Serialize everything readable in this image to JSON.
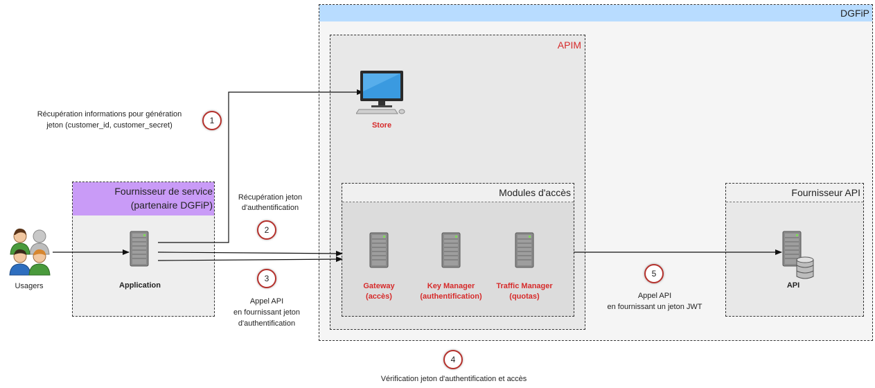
{
  "dgfip": {
    "title": "DGFiP"
  },
  "apim": {
    "title": "APIM"
  },
  "modules": {
    "title": "Modules d'accès"
  },
  "fournisseur_api": {
    "title": "Fournisseur API"
  },
  "fournisseur_service": {
    "title_line1": "Fournisseur de service",
    "title_line2": "(partenaire DGFiP)"
  },
  "nodes": {
    "usagers": "Usagers",
    "application": "Application",
    "store": "Store",
    "gateway": {
      "line1": "Gateway",
      "line2": "(accès)"
    },
    "key_manager": {
      "line1": "Key Manager",
      "line2": "(authentification)"
    },
    "traffic_manager": {
      "line1": "Traffic Manager",
      "line2": "(quotas)"
    },
    "api": "API"
  },
  "steps": [
    {
      "number": "1",
      "lines": [
        "Récupération informations pour génération",
        "jeton (customer_id, customer_secret)"
      ]
    },
    {
      "number": "2",
      "lines": [
        "Récupération jeton",
        "d'authentification"
      ]
    },
    {
      "number": "3",
      "lines": [
        "Appel API",
        "en fournissant jeton",
        "d'authentification"
      ]
    },
    {
      "number": "4",
      "lines": [
        "Vérification jeton d'authentification et accès"
      ]
    },
    {
      "number": "5",
      "lines": [
        "Appel API",
        "en fournissant un jeton JWT"
      ]
    }
  ],
  "colors": {
    "dgfip_header": "#b8dcff",
    "service_header": "#c99bf7",
    "red_label": "#d62a2a",
    "circle_border": "#b5312c"
  }
}
